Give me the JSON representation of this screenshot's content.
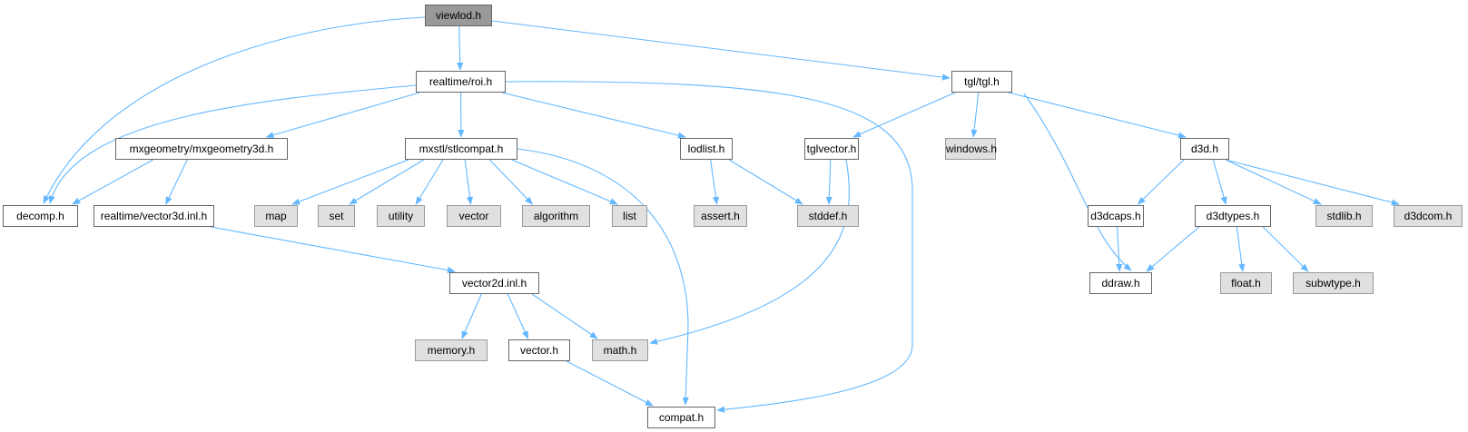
{
  "graph": {
    "title": "viewlod.h",
    "nodes": [
      {
        "id": "viewlod",
        "label": "viewlod.h",
        "kind": "root"
      },
      {
        "id": "roi",
        "label": "realtime/roi.h",
        "kind": "file"
      },
      {
        "id": "tgl",
        "label": "tgl/tgl.h",
        "kind": "file"
      },
      {
        "id": "mxgeo",
        "label": "mxgeometry/mxgeometry3d.h",
        "kind": "file"
      },
      {
        "id": "stlcompat",
        "label": "mxstl/stlcompat.h",
        "kind": "file"
      },
      {
        "id": "lodlist",
        "label": "lodlist.h",
        "kind": "file"
      },
      {
        "id": "tglvector",
        "label": "tglvector.h",
        "kind": "file"
      },
      {
        "id": "windows",
        "label": "windows.h",
        "kind": "external"
      },
      {
        "id": "d3d",
        "label": "d3d.h",
        "kind": "file"
      },
      {
        "id": "decomp",
        "label": "decomp.h",
        "kind": "file"
      },
      {
        "id": "vector3d",
        "label": "realtime/vector3d.inl.h",
        "kind": "file"
      },
      {
        "id": "map",
        "label": "map",
        "kind": "external"
      },
      {
        "id": "set",
        "label": "set",
        "kind": "external"
      },
      {
        "id": "utility",
        "label": "utility",
        "kind": "external"
      },
      {
        "id": "vector",
        "label": "vector",
        "kind": "external"
      },
      {
        "id": "algorithm",
        "label": "algorithm",
        "kind": "external"
      },
      {
        "id": "list",
        "label": "list",
        "kind": "external"
      },
      {
        "id": "assert",
        "label": "assert.h",
        "kind": "external"
      },
      {
        "id": "stddef",
        "label": "stddef.h",
        "kind": "external"
      },
      {
        "id": "d3dcaps",
        "label": "d3dcaps.h",
        "kind": "file"
      },
      {
        "id": "d3dtypes",
        "label": "d3dtypes.h",
        "kind": "file"
      },
      {
        "id": "stdlib",
        "label": "stdlib.h",
        "kind": "external"
      },
      {
        "id": "d3dcom",
        "label": "d3dcom.h",
        "kind": "external"
      },
      {
        "id": "vector2d",
        "label": "vector2d.inl.h",
        "kind": "file"
      },
      {
        "id": "ddraw",
        "label": "ddraw.h",
        "kind": "file"
      },
      {
        "id": "float",
        "label": "float.h",
        "kind": "external"
      },
      {
        "id": "subwtype",
        "label": "subwtype.h",
        "kind": "external"
      },
      {
        "id": "memory",
        "label": "memory.h",
        "kind": "external"
      },
      {
        "id": "vectorh",
        "label": "vector.h",
        "kind": "file"
      },
      {
        "id": "math",
        "label": "math.h",
        "kind": "external"
      },
      {
        "id": "compat",
        "label": "compat.h",
        "kind": "file"
      }
    ],
    "edges": [
      [
        "viewlod",
        "decomp"
      ],
      [
        "viewlod",
        "roi"
      ],
      [
        "viewlod",
        "tgl"
      ],
      [
        "roi",
        "decomp"
      ],
      [
        "roi",
        "mxgeo"
      ],
      [
        "roi",
        "stlcompat"
      ],
      [
        "roi",
        "lodlist"
      ],
      [
        "roi",
        "compat"
      ],
      [
        "mxgeo",
        "decomp"
      ],
      [
        "mxgeo",
        "vector3d"
      ],
      [
        "stlcompat",
        "map"
      ],
      [
        "stlcompat",
        "set"
      ],
      [
        "stlcompat",
        "utility"
      ],
      [
        "stlcompat",
        "vector"
      ],
      [
        "stlcompat",
        "algorithm"
      ],
      [
        "stlcompat",
        "list"
      ],
      [
        "stlcompat",
        "compat"
      ],
      [
        "lodlist",
        "assert"
      ],
      [
        "lodlist",
        "stddef"
      ],
      [
        "tgl",
        "tglvector"
      ],
      [
        "tgl",
        "windows"
      ],
      [
        "tgl",
        "ddraw"
      ],
      [
        "tgl",
        "d3d"
      ],
      [
        "tglvector",
        "stddef"
      ],
      [
        "tglvector",
        "math"
      ],
      [
        "d3d",
        "d3dcaps"
      ],
      [
        "d3d",
        "d3dtypes"
      ],
      [
        "d3d",
        "stdlib"
      ],
      [
        "d3d",
        "d3dcom"
      ],
      [
        "d3dcaps",
        "ddraw"
      ],
      [
        "d3dtypes",
        "ddraw"
      ],
      [
        "d3dtypes",
        "float"
      ],
      [
        "d3dtypes",
        "subwtype"
      ],
      [
        "vector3d",
        "vector2d"
      ],
      [
        "vector2d",
        "memory"
      ],
      [
        "vector2d",
        "vectorh"
      ],
      [
        "vector2d",
        "math"
      ],
      [
        "vectorh",
        "compat"
      ]
    ],
    "colors": {
      "edge": "#63b8ff",
      "root_fill": "#999999",
      "external_fill": "#e0e0e0"
    }
  }
}
